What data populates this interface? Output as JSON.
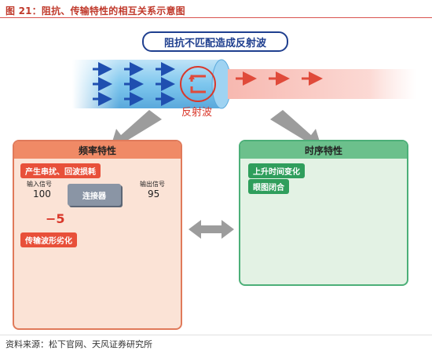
{
  "figure": {
    "title": "图 21：阻抗、传输特性的相互关系示意图",
    "source": "资料来源：松下官网、天风证券研究所"
  },
  "top": {
    "headline": "阻抗不匹配造成反射波",
    "reflection_label": "反射波"
  },
  "left_panel": {
    "title": "频率特性",
    "tag_crosstalk": "产生串扰、回波损耗",
    "input_label": "输入信号",
    "input_value": "100",
    "output_label": "输出信号",
    "output_value": "95",
    "connector_label": "连接器",
    "loss_value": "−5",
    "tag_waveform": "传输波形劣化"
  },
  "right_panel": {
    "title": "时序特性",
    "tag_timing": "上升时间变化",
    "tag_eye": "眼图闭合"
  },
  "colors": {
    "title_red": "#c0392b",
    "headline_blue": "#1f3f8f",
    "signal_blue": "#1f4fb0",
    "reflect_red": "#e04a3a",
    "panel_orange": "#f08a66",
    "panel_green": "#6cc08c"
  }
}
